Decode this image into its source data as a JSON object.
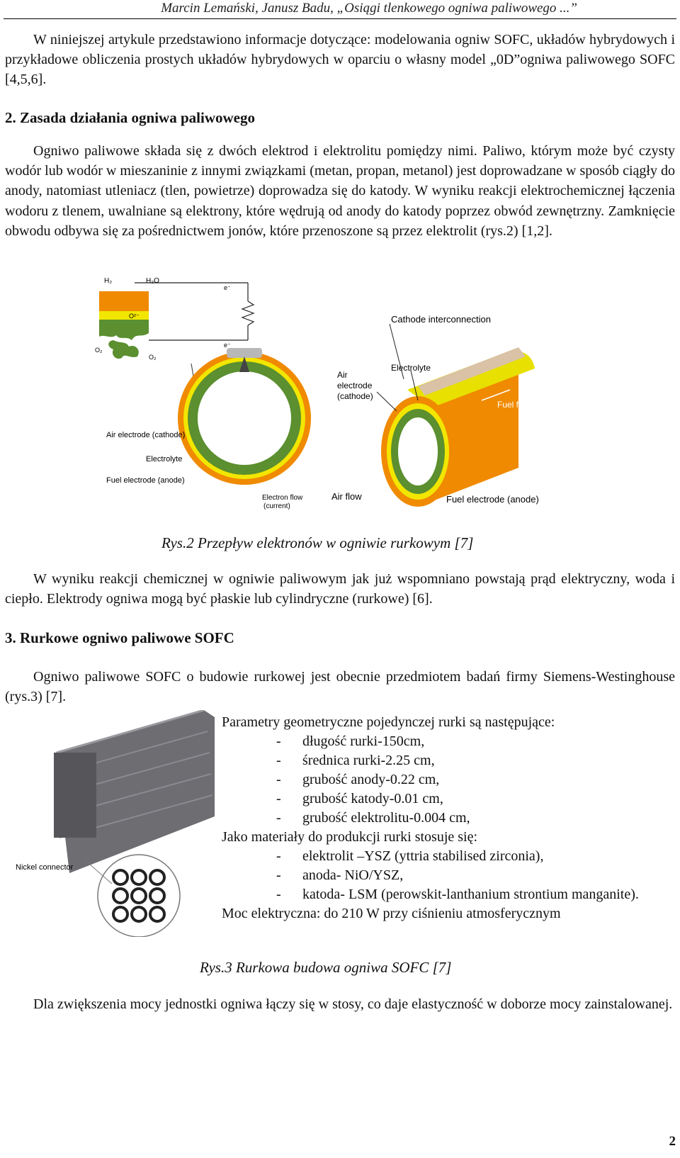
{
  "header": {
    "running_title": "Marcin Lemański, Janusz Badu, „Osiągi tlenkowego ogniwa paliwowego ...”"
  },
  "body": {
    "para_intro": "W niniejszej artykule przedstawiono informacje dotyczące: modelowania ogniw SOFC, układów hybrydowych i przykładowe obliczenia prostych układów hybrydowych w oparciu o własny model „0D”ogniwa paliwowego SOFC [4,5,6].",
    "heading_2": "2. Zasada działania ogniwa paliwowego",
    "para_principle": "Ogniwo paliwowe składa się z dwóch elektrod i elektrolitu pomiędzy nimi. Paliwo, którym może być czysty wodór lub wodór w  mieszaninie z innymi związkami (metan, propan, metanol) jest doprowadzane w sposób ciągły do anody, natomiast utleniacz (tlen, powietrze) doprowadza się do katody. W wyniku reakcji elektrochemicznej łączenia wodoru z tlenem, uwalniane są elektrony, które wędrują od anody do katody poprzez obwód zewnętrzny. Zamknięcie obwodu odbywa się za pośrednictwem jonów, które przenoszone są przez elektrolit (rys.2) [1,2].",
    "fig2_caption": "Rys.2 Przepływ elektronów w ogniwie rurkowym [7]",
    "para_products": "W wyniku reakcji chemicznej w ogniwie paliwowym jak już wspomniano powstają  prąd elektryczny, woda i ciepło. Elektrody ogniwa mogą być płaskie lub cylindryczne (rurkowe) [6].",
    "heading_3": "3. Rurkowe ogniwo paliwowe SOFC",
    "para_siemens": "Ogniwo paliwowe SOFC o budowie rurkowej jest obecnie przedmiotem badań firmy Siemens-Westinghouse (rys.3) [7].",
    "params_intro": "Parametry geometryczne pojedynczej rurki są następujące:",
    "params": [
      "długość rurki-150cm,",
      "średnica rurki-2.25 cm,",
      "grubość anody-0.22 cm,",
      "grubość katody-0.01 cm,",
      "grubość elektrolitu-0.004 cm,"
    ],
    "materials_intro": "Jako materiały do produkcji rurki stosuje się:",
    "materials": [
      "elektrolit –YSZ (yttria stabilised zirconia),",
      "anoda- NiO/YSZ,",
      "katoda-  LSM  (perowskit-lanthanium  strontium manganite)."
    ],
    "power_line": "Moc elektryczna: do 210 W przy ciśnieniu atmosferycznym",
    "fig3_caption": "Rys.3 Rurkowa budowa ogniwa SOFC [7]",
    "para_stacks": "Dla zwiększenia mocy jednostki ogniwa łączy się w stosy, co daje elastyczność w doborze mocy zainstalowanej."
  },
  "figure2_labels": {
    "h2": "H₂",
    "h2o": "H₂O",
    "e_top": "e⁻",
    "e_bottom": "e⁻",
    "o2_ion": "O²⁻",
    "o2_left": "O₂",
    "o2_right": "O₂",
    "cathode_interconnection": "Cathode interconnection",
    "electrolyte_right": "Electrolyte",
    "air_electrode_cathode_l1": "Air",
    "air_electrode_cathode_l2": "electrode",
    "air_electrode_cathode_l3": "(cathode)",
    "fuel_flow": "Fuel flow",
    "air_electrode_left": "Air electrode (cathode)",
    "electrolyte_left": "Electrolyte",
    "fuel_electrode_left": "Fuel electrode (anode)",
    "electron_flow_l1": "Electron flow",
    "electron_flow_l2": "(current)",
    "air_flow": "Air flow",
    "fuel_electrode_right": "Fuel electrode (anode)"
  },
  "figure3_labels": {
    "nickel_connector": "Nickel connector"
  },
  "footer": {
    "page_number": "2"
  },
  "colors": {
    "anode_green": "#5b8f2f",
    "electrolyte_yellow": "#f2e600",
    "cathode_orange": "#f08a00",
    "interconnect_tan": "#d9c2a5",
    "tube_gray": "#6d6d72"
  }
}
